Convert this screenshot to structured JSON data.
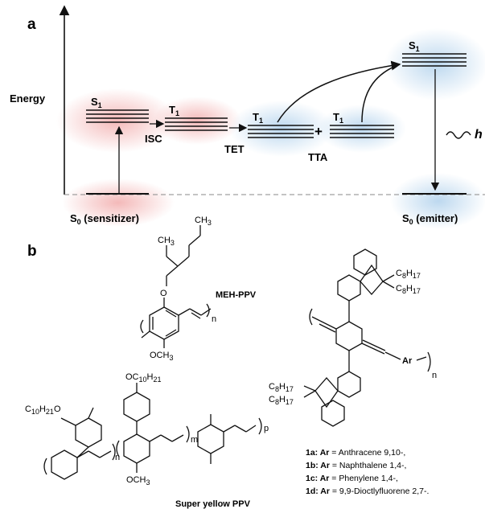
{
  "panel_a": {
    "letter": "a",
    "y_axis_label": "Energy",
    "sensitizer": {
      "s1": "S",
      "s1_sub": "1",
      "t1": "T",
      "t1_sub": "1",
      "s0": "S",
      "s0_sub": "0",
      "s0_text": " (sensitizer)"
    },
    "emitter": {
      "t1a": "T",
      "t1a_sub": "1",
      "t1b": "T",
      "t1b_sub": "1",
      "s1": "S",
      "s1_sub": "1",
      "s0": "S",
      "s0_sub": "0",
      "s0_text": " (emitter)"
    },
    "processes": {
      "isc": "ISC",
      "tet": "TET",
      "tta": "TTA",
      "plus": "+",
      "hv": "h"
    },
    "colors": {
      "sensitizer_glow": "#f3b5b5",
      "emitter_glow": "#b9d6ee",
      "line": "#111111"
    }
  },
  "panel_b": {
    "letter": "b",
    "meh_ppv": {
      "name": "MEH-PPV",
      "ch3_top": "CH",
      "ch3_top_sub": "3",
      "ch3_branch": "CH",
      "ch3_branch_sub": "3",
      "o": "O",
      "och3": "OCH",
      "och3_sub": "3",
      "n": "n"
    },
    "super_yellow": {
      "name": "Super yellow PPV",
      "oc10_left": "C",
      "oc10_left_s1": "10",
      "oc10_left_h": "H",
      "oc10_left_s2": "21",
      "oc10_left_o": "O",
      "oc10_top": "OC",
      "oc10_s1": "10",
      "oc10_h": "H",
      "oc10_s2": "21",
      "och3": "OCH",
      "och3_sub": "3",
      "n": "n",
      "m": "m",
      "p": "p"
    },
    "polymer_1": {
      "c8_top1": "C",
      "c8_top1_s1": "8",
      "c8_top1_h": "H",
      "c8_top1_s2": "17",
      "c8_top2": "C",
      "c8_top2_s1": "8",
      "c8_top2_h": "H",
      "c8_top2_s2": "17",
      "c8_bot1": "C",
      "c8_bot1_s1": "8",
      "c8_bot1_h": "H",
      "c8_bot1_s2": "17",
      "c8_bot2": "C",
      "c8_bot2_s1": "8",
      "c8_bot2_h": "H",
      "c8_bot2_s2": "17",
      "ar": "Ar",
      "n": "n"
    },
    "legend": [
      {
        "id": "1a:",
        "label": " Ar",
        "value": " = Anthracene 9,10-,"
      },
      {
        "id": "1b:",
        "label": " Ar",
        "value": " = Naphthalene 1,4-,"
      },
      {
        "id": "1c:",
        "label": " Ar",
        "value": " = Phenylene 1,4-,"
      },
      {
        "id": "1d:",
        "label": " Ar",
        "value": " = 9,9-Dioctlyfluorene 2,7-."
      }
    ]
  }
}
